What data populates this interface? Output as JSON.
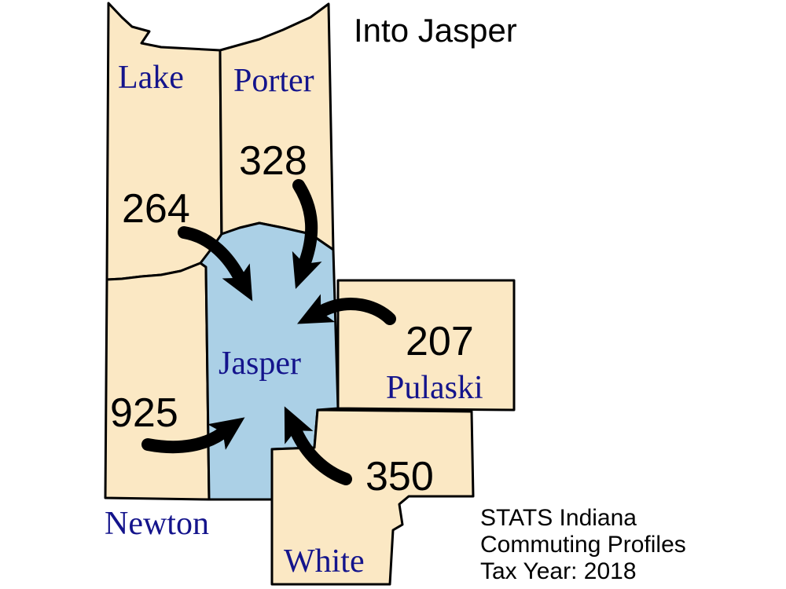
{
  "title": "Into Jasper",
  "credit": {
    "line1": "STATS Indiana",
    "line2": "Commuting Profiles",
    "line3": "Tax Year: 2018"
  },
  "colors": {
    "county_fill": "#fbe8c4",
    "destination_fill": "#abd0e6",
    "label_color": "#14148c"
  },
  "destination": "Jasper",
  "counties": {
    "lake": "Lake",
    "porter": "Porter",
    "newton": "Newton",
    "jasper": "Jasper",
    "pulaski": "Pulaski",
    "white": "White"
  },
  "flows": {
    "lake": "264",
    "porter": "328",
    "pulaski": "207",
    "newton": "925",
    "white": "350"
  }
}
